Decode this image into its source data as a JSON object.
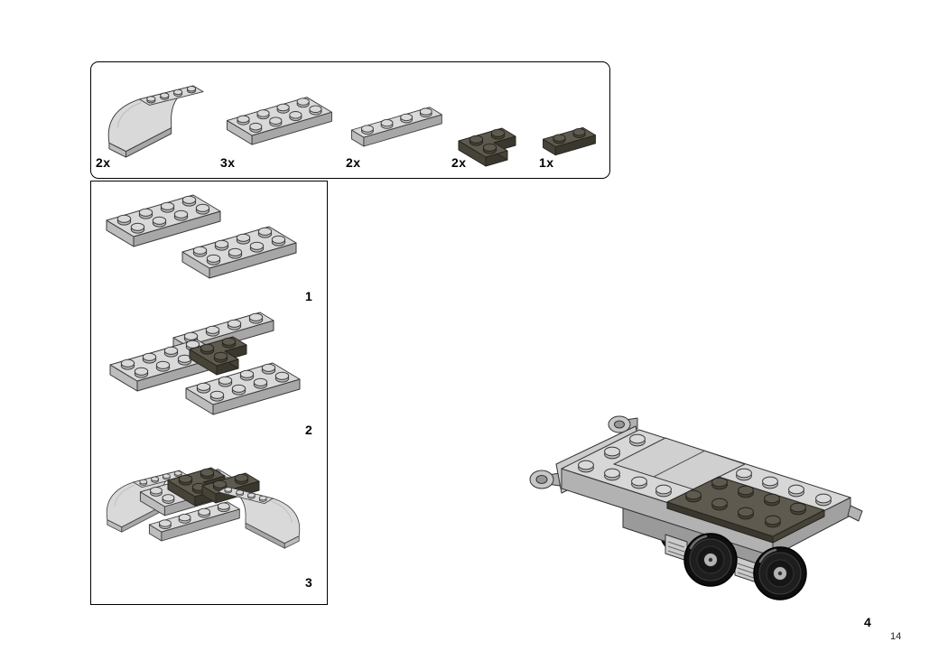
{
  "page": {
    "step_number": "4",
    "page_number": "14",
    "background": "#ffffff"
  },
  "parts_box": {
    "items": [
      {
        "piece": "curved-slope-brick-2x4",
        "qty": "2x",
        "color": "#d9d9d9"
      },
      {
        "piece": "plate-2x4",
        "qty": "3x",
        "color": "#d9d9d9"
      },
      {
        "piece": "plate-1x4",
        "qty": "2x",
        "color": "#d9d9d9"
      },
      {
        "piece": "corner-plate-2x2",
        "qty": "2x",
        "color": "#5e5a4f"
      },
      {
        "piece": "plate-1x2",
        "qty": "1x",
        "color": "#5e5a4f"
      }
    ]
  },
  "steps_panel": {
    "steps": [
      {
        "label": "1"
      },
      {
        "label": "2"
      },
      {
        "label": "3"
      }
    ]
  },
  "colors": {
    "light_gray": "#d9d9d9",
    "dark_olive": "#5e5a4f",
    "outline": "#3a3a3a",
    "wheel_black": "#121212"
  }
}
